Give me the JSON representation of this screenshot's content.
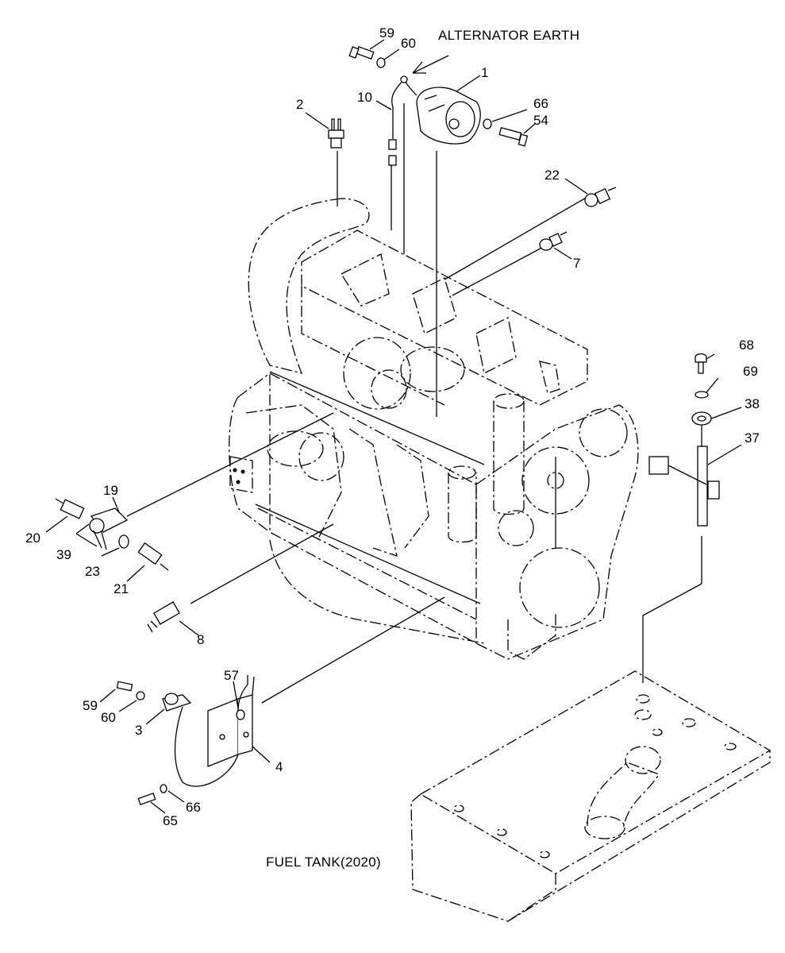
{
  "captions": {
    "alternator_earth": "ALTERNATOR EARTH",
    "fuel_tank": "FUEL TANK(2020)"
  },
  "labels": {
    "n1": "1",
    "n2": "2",
    "n3": "3",
    "n4": "4",
    "n7": "7",
    "n8": "8",
    "n10": "10",
    "n19": "19",
    "n20": "20",
    "n21": "21",
    "n22": "22",
    "n23": "23",
    "n37": "37",
    "n38": "38",
    "n39": "39",
    "n54": "54",
    "n57": "57",
    "n59a": "59",
    "n59b": "59",
    "n60a": "60",
    "n60b": "60",
    "n65": "65",
    "n66a": "66",
    "n66b": "66",
    "n68": "68",
    "n69": "69"
  }
}
